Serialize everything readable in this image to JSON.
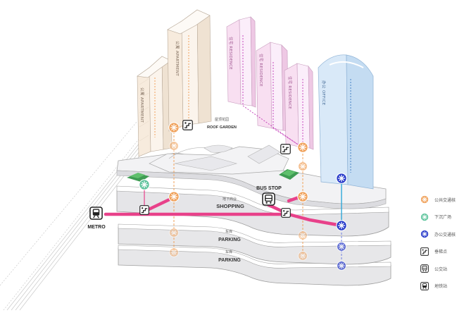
{
  "diagram": {
    "towers": {
      "apartment_left": "公寓 APARTMENT",
      "apartment_mid": "公寓 APARTMENT",
      "residence_1": "住宅 RESIDENCE",
      "residence_2": "住宅 RESIDENCE",
      "residence_3": "住宅 RESIDENCE",
      "office": "办公 OFFICE"
    },
    "roof_garden": {
      "zh": "屋顶花园",
      "en": "ROOF GARDEN"
    },
    "shopping": {
      "zh": "地下商业",
      "en": "SHOPPING"
    },
    "parking_1": {
      "zh": "车库",
      "en": "PARKING"
    },
    "parking_2": {
      "zh": "车库",
      "en": "PARKING"
    },
    "bus_stop": "BUS STOP",
    "metro": "METRO"
  },
  "legend": {
    "items": [
      {
        "label": "公共交通核",
        "icon": "orange-circulation-core-icon",
        "color": "#f0a15a"
      },
      {
        "label": "下沉广场",
        "icon": "green-sunken-plaza-icon",
        "color": "#5cc39b"
      },
      {
        "label": "办公交通核",
        "icon": "blue-office-core-icon",
        "color": "#2437c9"
      },
      {
        "label": "垂梯点",
        "icon": "elevator-icon",
        "color": "#222222"
      },
      {
        "label": "公交站",
        "icon": "bus-icon",
        "color": "#222222"
      },
      {
        "label": "地铁站",
        "icon": "metro-icon",
        "color": "#222222"
      }
    ]
  },
  "colors": {
    "metro_line": "#e8418a",
    "apartment": "#f6e7d6",
    "residence": "#f3d2ea",
    "office": "#d5e6f7"
  }
}
